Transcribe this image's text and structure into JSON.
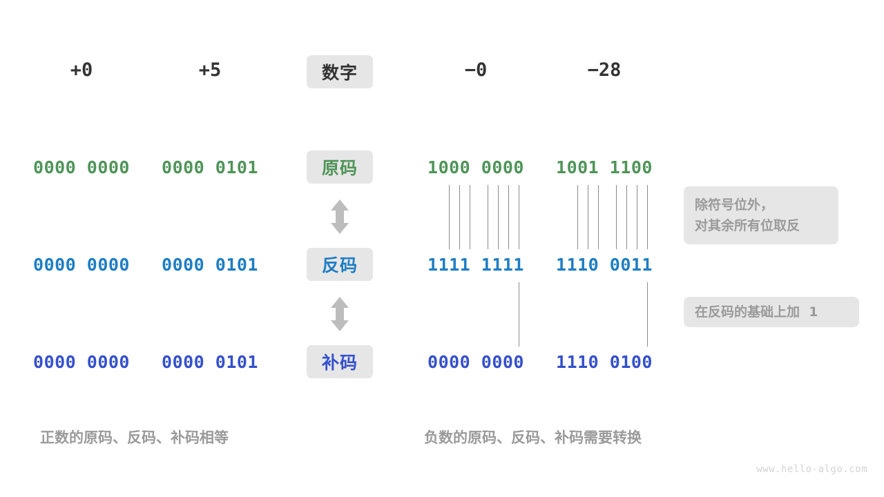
{
  "figure": {
    "title_chip": "数字",
    "watermark": "www.hello-algo.com"
  },
  "columns": {
    "headers": [
      "+0",
      "+5",
      "−0",
      "−28"
    ]
  },
  "rows": [
    {
      "label": "原码",
      "color": "#4f9458",
      "values": [
        "0000 0000",
        "0000 0101",
        "1000 0000",
        "1001 1100"
      ]
    },
    {
      "label": "反码",
      "color": "#1d7dc4",
      "values": [
        "0000 0000",
        "0000 0101",
        "1111 1111",
        "1110 0011"
      ]
    },
    {
      "label": "补码",
      "color": "#3450cc",
      "values": [
        "0000 0000",
        "0000 0101",
        "0000 0000",
        "1110 0100"
      ]
    }
  ],
  "notes": {
    "invert": {
      "line1": "除符号位外，",
      "line2": "对其余所有位取反"
    },
    "plus_one": "在反码的基础上加  1"
  },
  "captions": {
    "left": "正数的原码、反码、补码相等",
    "right": "负数的原码、反码、补码需要转换"
  },
  "icons": {
    "arrow_up_down": "double-arrow-vertical"
  }
}
